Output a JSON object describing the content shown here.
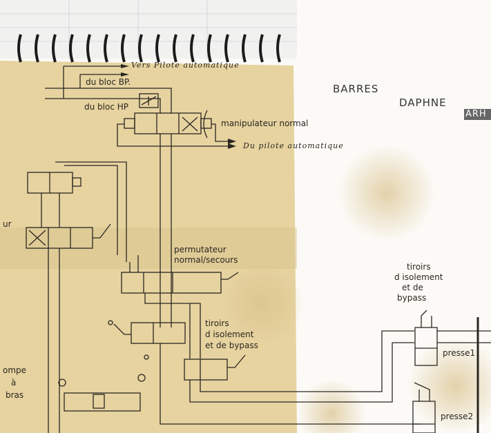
{
  "header": {
    "title1": "BARRES",
    "title2": "DAPHNE",
    "tag": "ARH"
  },
  "labels": {
    "vers_pilote": "Vers Pilote automatique",
    "du_bloc_bp": "du bloc BP.",
    "du_bloc_hp": "du bloc HP",
    "manipulateur": "manipulateur normal",
    "du_pilote": "Du pilote automatique",
    "left_cut": "ur",
    "permutateur_1": "permutateur",
    "permutateur_2": "normal/secours",
    "tiroirs_a_1": "tiroirs",
    "tiroirs_a_2": "d isolement",
    "tiroirs_a_3": "et de bypass",
    "tiroirs_b_1": "tiroirs",
    "tiroirs_b_2": "d isolement",
    "tiroirs_b_3": "et de",
    "tiroirs_b_4": "bypass",
    "pompe_1": "ompe",
    "pompe_2": "à",
    "pompe_3": "bras",
    "presse1": "presse1",
    "presse2": "presse2"
  },
  "colors": {
    "paper": "#e8d6a6",
    "ink": "#2a2620",
    "spiral": "#1c1c1c"
  }
}
